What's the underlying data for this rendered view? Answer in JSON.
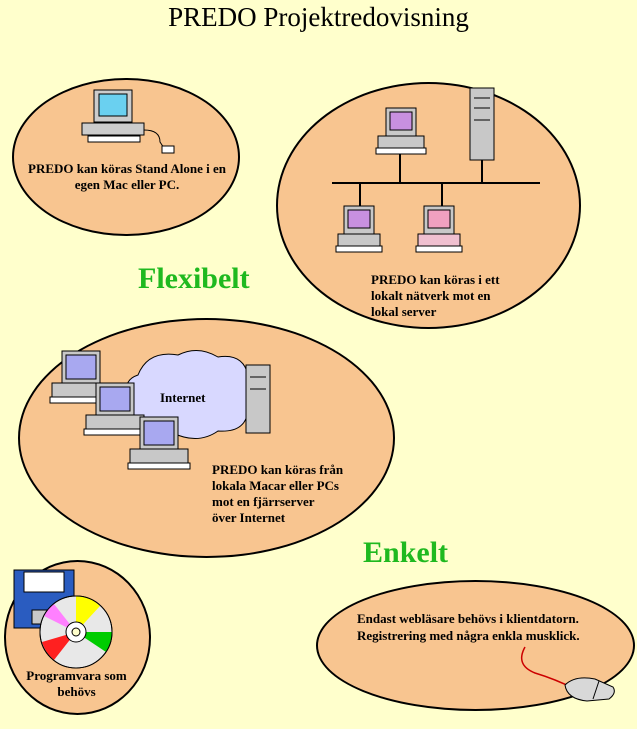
{
  "title": "PREDO Projektredovisning",
  "labels": {
    "flexibelt": "Flexibelt",
    "enkelt": "Enkelt"
  },
  "bubbles": {
    "standalone": "PREDO kan köras Stand Alone i en egen Mac eller PC.",
    "network_l1": "PREDO kan köras i ett",
    "network_l2": "lokalt nätverk mot en",
    "network_l3": "lokal server",
    "internet_cloud": "Internet",
    "internet_l1": "PREDO kan köras från",
    "internet_l2": "lokala Macar eller PCs",
    "internet_l3": "mot en fjärrserver",
    "internet_l4": "över Internet",
    "software": "Programvara som behövs",
    "browser_l1": "Endast webläsare behövs i klientdatorn.",
    "browser_l2": "Registrering med några enkla musklick."
  },
  "colors": {
    "background": "#ffffcc",
    "bubble": "#f8c590",
    "accent_green": "#1fb91f"
  }
}
